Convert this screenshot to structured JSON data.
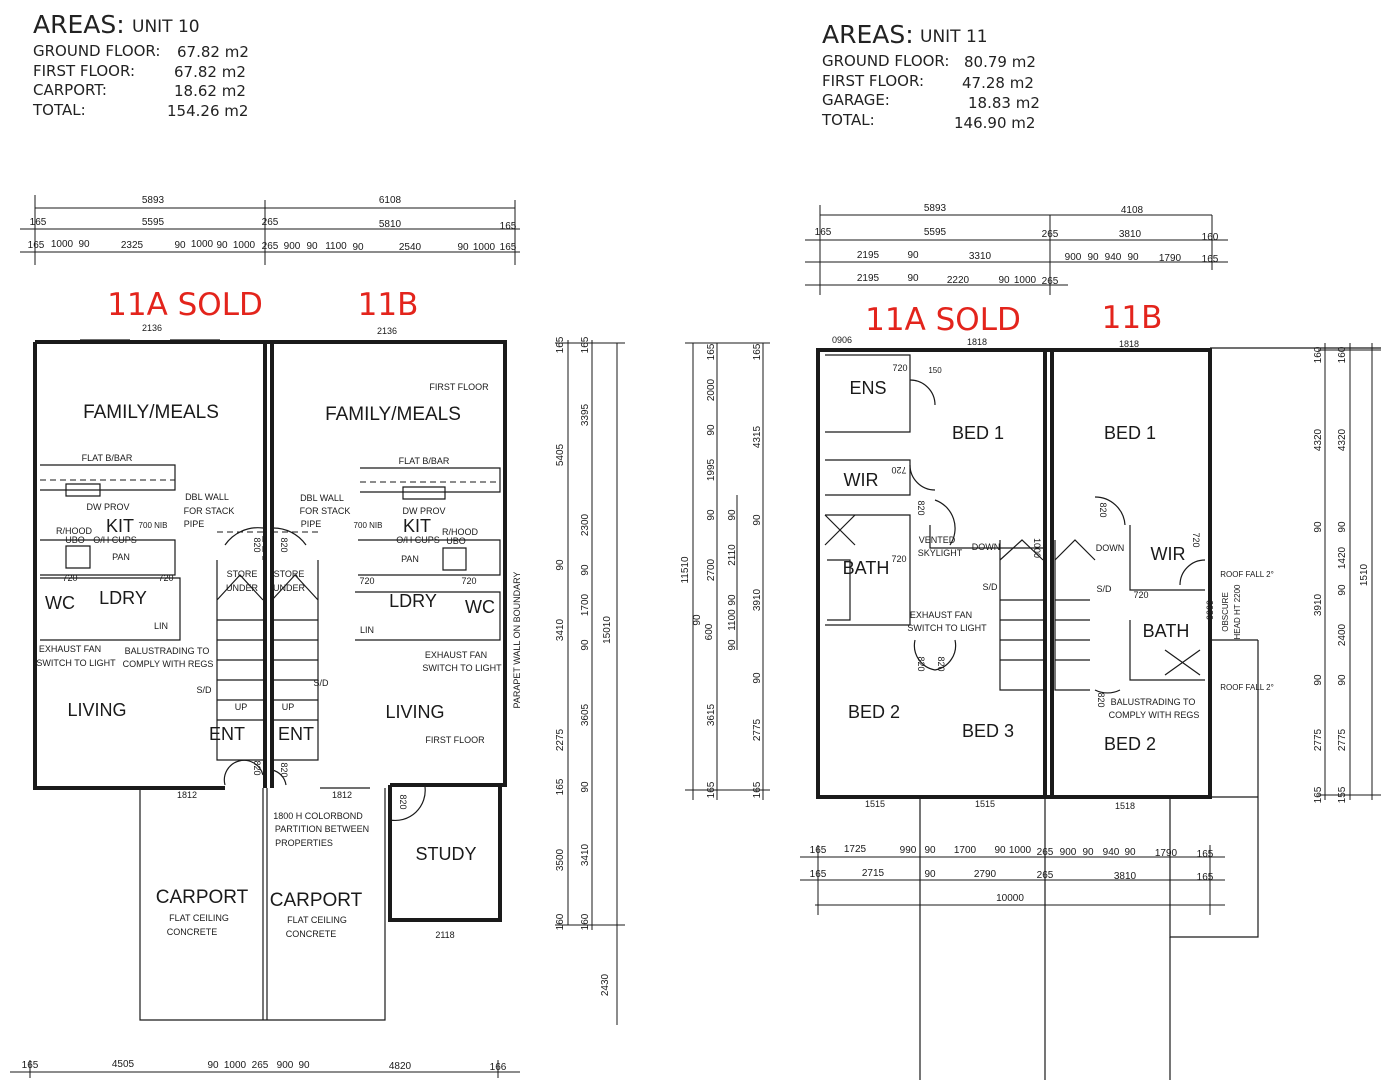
{
  "areas": {
    "unit10": {
      "title": "AREAS:",
      "unit": "UNIT 10",
      "rows": [
        {
          "label": "GROUND FLOOR:",
          "value": "67.82  m2"
        },
        {
          "label": "FIRST FLOOR:",
          "value": "67.82  m2"
        },
        {
          "label": "CARPORT:",
          "value": "18.62  m2"
        },
        {
          "label": "TOTAL:",
          "value": "154.26  m2"
        }
      ]
    },
    "unit11": {
      "title": "AREAS:",
      "unit": "UNIT 11",
      "rows": [
        {
          "label": "GROUND FLOOR:",
          "value": "80.79  m2"
        },
        {
          "label": "FIRST FLOOR:",
          "value": "47.28  m2"
        },
        {
          "label": "GARAGE:",
          "value": "18.83  m2"
        },
        {
          "label": "TOTAL:",
          "value": "146.90  m2"
        }
      ]
    }
  },
  "status": {
    "left_11a": "11A SOLD",
    "left_11b": "11B",
    "right_11a": "11A SOLD",
    "right_11b": "11B",
    "color": "#e3241c"
  },
  "ground_floor_labels": [
    "FAMILY/MEALS",
    "FLAT B/BAR",
    "DW PROV",
    "KIT",
    "700 NIB",
    "R/HOOD",
    "UBO",
    "O/H CUPS",
    "PAN",
    "DBL WALL",
    "FOR STACK",
    "PIPE",
    "720",
    "720",
    "LDRY",
    "WC",
    "LIN",
    "EXHAUST FAN",
    "SWITCH TO LIGHT",
    "BALUSTRADING TO",
    "COMPLY WITH REGS",
    "S/D",
    "STORE",
    "UNDER",
    "UP",
    "LIVING",
    "ENT",
    "820",
    "820",
    "FIRST FLOOR",
    "FAMILY/MEALS",
    "FLAT B/BAR",
    "DW PROV",
    "DBL WALL",
    "FOR STACK",
    "PIPE",
    "700 NIB",
    "KIT",
    "R/HOOD",
    "UBO",
    "O/H CUPS",
    "PAN",
    "720",
    "720",
    "LDRY",
    "WC",
    "LIN",
    "EXHAUST FAN",
    "SWITCH TO LIGHT",
    "STORE",
    "UNDER",
    "UP",
    "S/D",
    "LIVING",
    "FIRST FLOOR",
    "ENT",
    "820",
    "820",
    "820",
    "STUDY",
    "1800 H COLORBOND",
    "PARTITION BETWEEN",
    "PROPERTIES",
    "CARPORT",
    "FLAT CEILING",
    "CONCRETE",
    "CARPORT",
    "FLAT CEILING",
    "CONCRETE",
    "PARAPET WALL ON BOUNDARY",
    "2136",
    "2136",
    "1812",
    "1812",
    "2118"
  ],
  "first_floor_labels": [
    "0906",
    "1818",
    "1818",
    "720",
    "150",
    "ENS",
    "BED  1",
    "BED  1",
    "WIR",
    "720",
    "820",
    "VENTED",
    "SKYLIGHT",
    "BATH",
    "720",
    "DOWN",
    "DOWN",
    "1000",
    "S/D",
    "S/D",
    "WIR",
    "720",
    "820",
    "EXHAUST FAN",
    "SWITCH TO LIGHT",
    "BATH",
    "720",
    "0309",
    "OBSCURE",
    "HEAD HT 2200",
    "ROOF FALL 2°",
    "ROOF FALL 2°",
    "820",
    "820",
    "BED  2",
    "BED  3",
    "BALUSTRADING TO",
    "COMPLY WITH REGS",
    "BED  2",
    "820",
    "1515",
    "1515",
    "1518"
  ],
  "dims": {
    "top_left": {
      "row1": [
        "5893",
        "6108"
      ],
      "row2": [
        "165",
        "5595",
        "265",
        "5810",
        "165"
      ],
      "row3": [
        "165",
        "1000",
        "90",
        "2325",
        "90",
        "1000",
        "90",
        "1000",
        "265",
        "900",
        "90",
        "1100",
        "90",
        "2540",
        "90",
        "1000",
        "165"
      ]
    },
    "top_right": {
      "row1": [
        "5893",
        "4108"
      ],
      "row2": [
        "165",
        "5595",
        "265",
        "3810",
        "160"
      ],
      "row3": [
        "2195",
        "90",
        "3310",
        "900",
        "90",
        "940",
        "90",
        "1790",
        "165"
      ],
      "row4": [
        "2195",
        "90",
        "2220",
        "90",
        "1000",
        "265"
      ]
    },
    "bottom_left": [
      "165",
      "4505",
      "90",
      "1000",
      "265",
      "900",
      "90",
      "4820",
      "166"
    ],
    "bottom_right": {
      "row1": [
        "165",
        "1725",
        "990",
        "90",
        "1700",
        "90",
        "1000",
        "265",
        "900",
        "90",
        "940",
        "90",
        "1790",
        "165"
      ],
      "row2": [
        "165",
        "2715",
        "90",
        "2790",
        "265",
        "3810",
        "165"
      ],
      "row3": [
        "10000"
      ]
    },
    "vertical_left": [
      "165",
      "5405",
      "90",
      "3410",
      "2275",
      "165",
      "3500",
      "160",
      "165",
      "3395",
      "2300",
      "90",
      "1700",
      "90",
      "3605",
      "90",
      "3410",
      "160",
      "2430",
      "15010"
    ],
    "vertical_mid": [
      "11510",
      "165",
      "2000",
      "90",
      "1995",
      "90",
      "2700",
      "600",
      "90",
      "90",
      "1100",
      "90",
      "2110",
      "90",
      "3615",
      "165",
      "165",
      "4315",
      "90",
      "3910",
      "90",
      "2775",
      "165"
    ],
    "vertical_right": [
      "160",
      "4320",
      "90",
      "3910",
      "90",
      "2775",
      "165",
      "160",
      "4320",
      "90",
      "1420",
      "90",
      "2400",
      "90",
      "2775",
      "155",
      "1510"
    ]
  }
}
